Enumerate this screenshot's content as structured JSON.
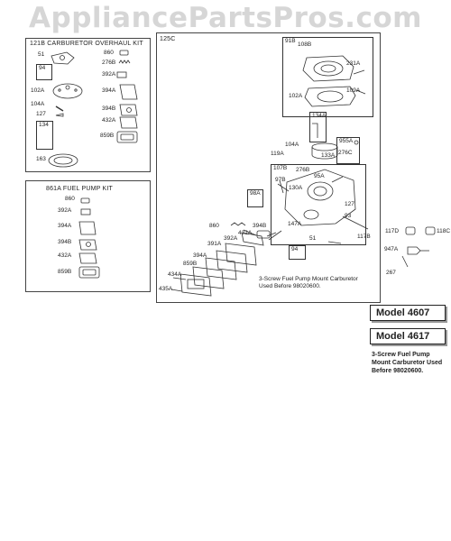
{
  "watermark": "AppliancePartsPros.com",
  "panel_121b": {
    "title": "121B CARBURETOR OVERHAUL KIT",
    "labels": [
      "51",
      "860",
      "276B",
      "392A",
      "94",
      "102A",
      "394A",
      "104A",
      "127",
      "134",
      "394B",
      "432A",
      "859B",
      "163"
    ]
  },
  "panel_861a": {
    "title": "861A FUEL PUMP KIT",
    "labels": [
      "860",
      "392A",
      "394A",
      "394B",
      "432A",
      "859B"
    ]
  },
  "panel_125c": {
    "title": "125C",
    "box_91b": "91B",
    "box_134a": "134A",
    "box_955a": "955A",
    "box_107b": "107B",
    "box_98a": "98A",
    "box_94": "94",
    "labels": {
      "l108b": "108B",
      "l231a": "231A",
      "l102a": "102A",
      "l109a": "109A",
      "l104a": "104A",
      "l119a": "119A",
      "l133a": "133A",
      "l276c": "276C",
      "l97b": "97B",
      "l276b": "276B",
      "l130a": "130A",
      "l95a": "95A",
      "l127": "127",
      "l93": "93",
      "l147a": "147A",
      "l51": "51",
      "l117b": "117B",
      "l860": "860",
      "l394b": "394B",
      "l432a": "432A",
      "l392a": "392A",
      "l391a": "391A",
      "l394a": "394A",
      "l859b": "859B",
      "l434a": "434A",
      "l435a": "435A"
    },
    "note": "3-Screw Fuel Pump Mount Carburetor Used Before 98020600."
  },
  "right_parts": {
    "l117d": "117D",
    "l118c": "118C",
    "l947a": "947A",
    "l267": "267"
  },
  "models": [
    "Model 4607",
    "Model 4617"
  ],
  "side_note": "3-Screw Fuel Pump Mount Carburetor Used Before 98020600."
}
